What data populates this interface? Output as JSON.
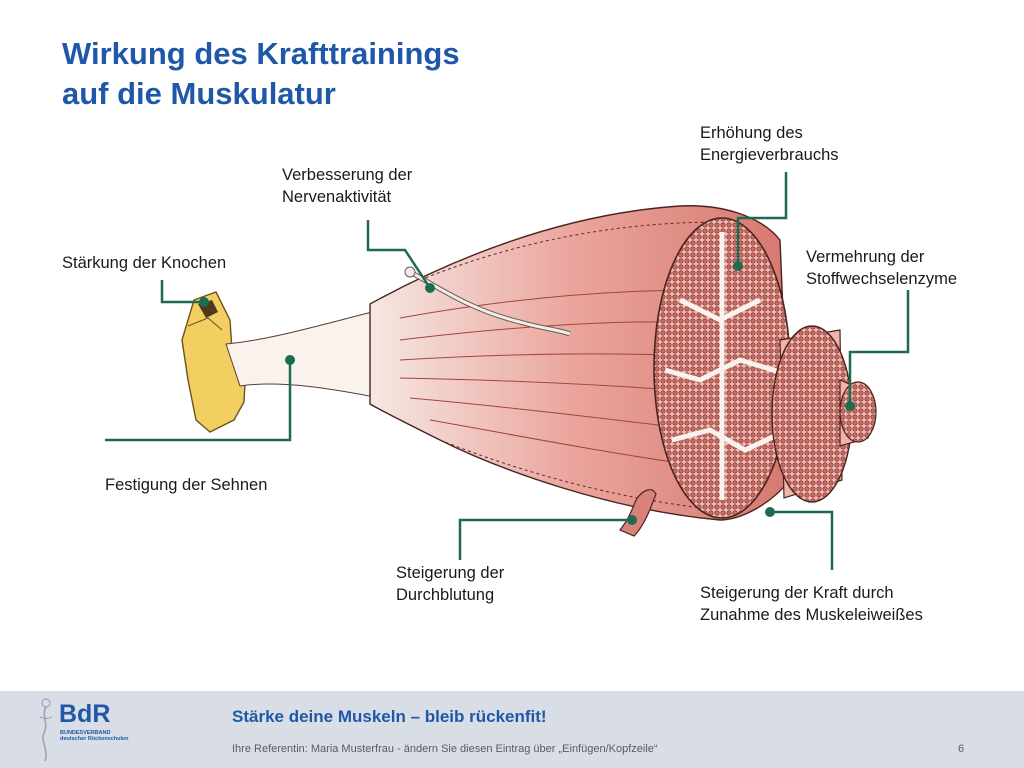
{
  "slide": {
    "title_line1": "Wirkung des Krafttrainings",
    "title_line2": "auf die Muskulatur",
    "accent_color": "#1f58a8",
    "callout_color": "#1e6b50"
  },
  "labels": {
    "bones": {
      "line1": "Stärkung der Knochen",
      "line2": ""
    },
    "tendons": {
      "line1": "Festigung der Sehnen",
      "line2": ""
    },
    "nerves": {
      "line1": "Verbesserung der",
      "line2": "Nervenaktivität"
    },
    "energy": {
      "line1": "Erhöhung des",
      "line2": "Energieverbrauchs"
    },
    "enzymes": {
      "line1": "Vermehrung der",
      "line2": "Stoffwechselenzyme"
    },
    "blood": {
      "line1": "Steigerung der",
      "line2": "Durchblutung"
    },
    "force": {
      "line1": "Steigerung der Kraft durch",
      "line2": "Zunahme des Muskeleiweißes"
    }
  },
  "footer": {
    "tagline": "Stärke deine Muskeln – bleib rückenfit!",
    "presenter": "Ihre Referentin: Maria Musterfrau - ändern Sie diesen Eintrag über „Einfügen/Kopfzeile“",
    "page_number": "6",
    "logo_text": "BdR",
    "logo_subtitle_line1": "BUNDESVERBAND",
    "logo_subtitle_line2": "deutscher Rückenschulen"
  }
}
